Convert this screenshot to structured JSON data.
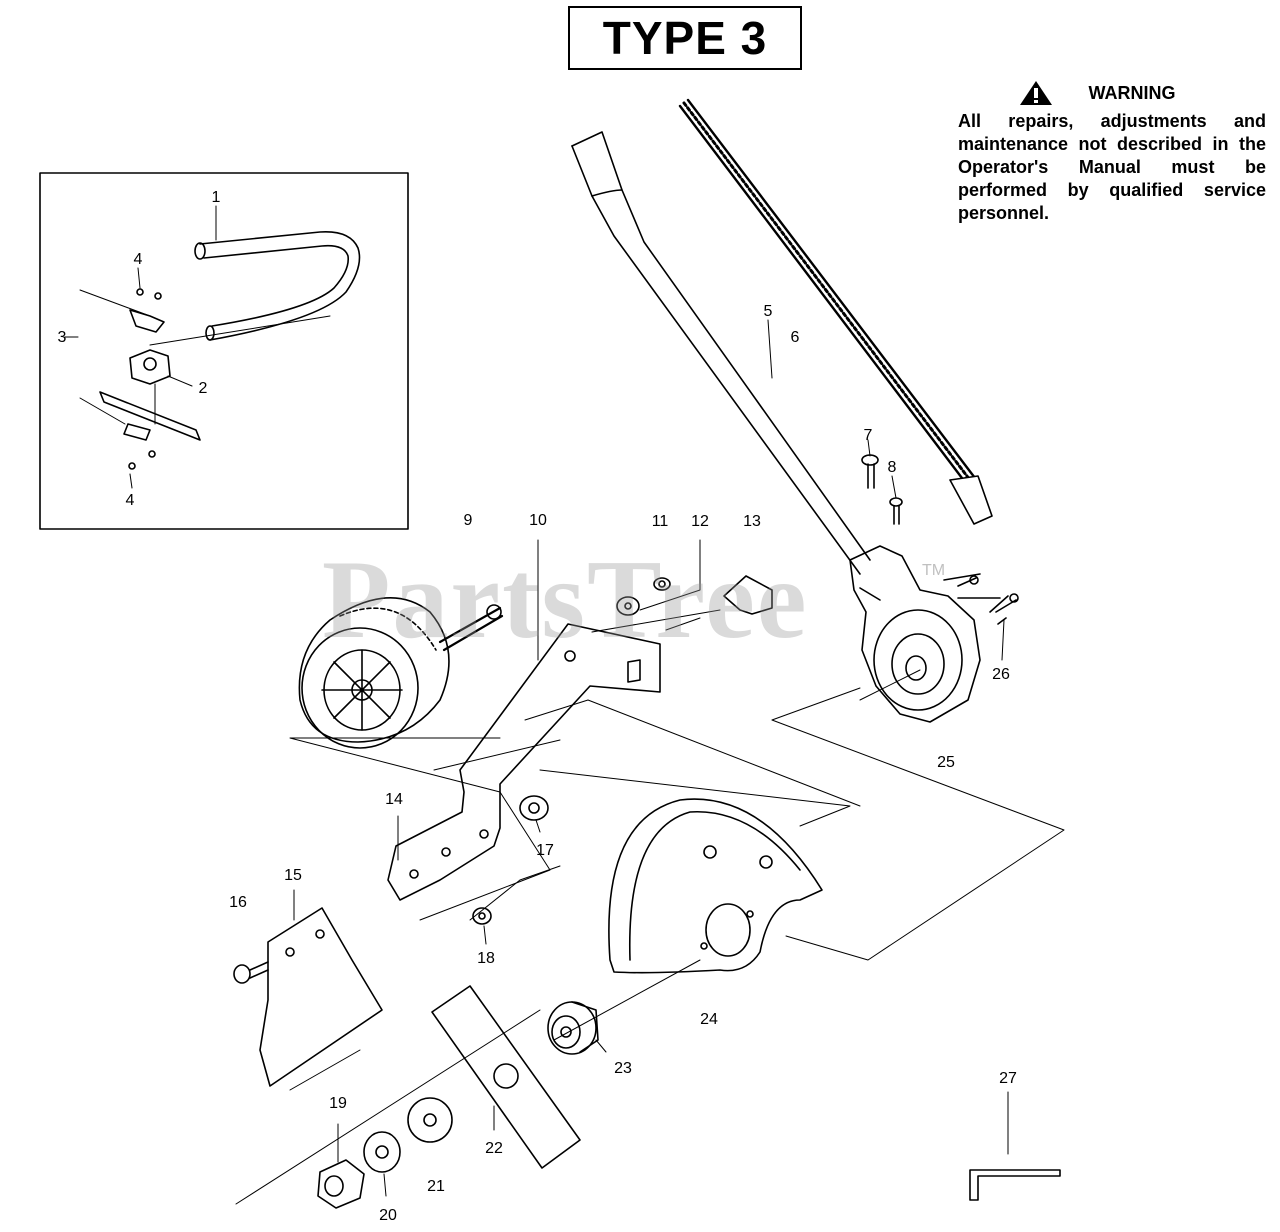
{
  "title": "TYPE 3",
  "warning": {
    "icon": "warning-triangle-icon",
    "heading": "WARNING",
    "text": "All repairs, adjustments and maintenance not described in the Operator's Manual must be performed by qualified service personnel."
  },
  "watermark": {
    "text": "PartsTree",
    "trademark": "TM"
  },
  "callouts": [
    {
      "id": "1",
      "label": "1"
    },
    {
      "id": "2",
      "label": "2"
    },
    {
      "id": "3",
      "label": "3"
    },
    {
      "id": "4a",
      "label": "4"
    },
    {
      "id": "4b",
      "label": "4"
    },
    {
      "id": "5",
      "label": "5"
    },
    {
      "id": "6",
      "label": "6"
    },
    {
      "id": "7",
      "label": "7"
    },
    {
      "id": "8",
      "label": "8"
    },
    {
      "id": "9",
      "label": "9"
    },
    {
      "id": "10",
      "label": "10"
    },
    {
      "id": "11",
      "label": "11"
    },
    {
      "id": "12",
      "label": "12"
    },
    {
      "id": "13",
      "label": "13"
    },
    {
      "id": "14",
      "label": "14"
    },
    {
      "id": "15",
      "label": "15"
    },
    {
      "id": "16",
      "label": "16"
    },
    {
      "id": "17",
      "label": "17"
    },
    {
      "id": "18",
      "label": "18"
    },
    {
      "id": "19",
      "label": "19"
    },
    {
      "id": "20",
      "label": "20"
    },
    {
      "id": "21",
      "label": "21"
    },
    {
      "id": "22",
      "label": "22"
    },
    {
      "id": "23",
      "label": "23"
    },
    {
      "id": "24",
      "label": "24"
    },
    {
      "id": "25",
      "label": "25"
    },
    {
      "id": "26",
      "label": "26"
    },
    {
      "id": "27",
      "label": "27"
    }
  ]
}
